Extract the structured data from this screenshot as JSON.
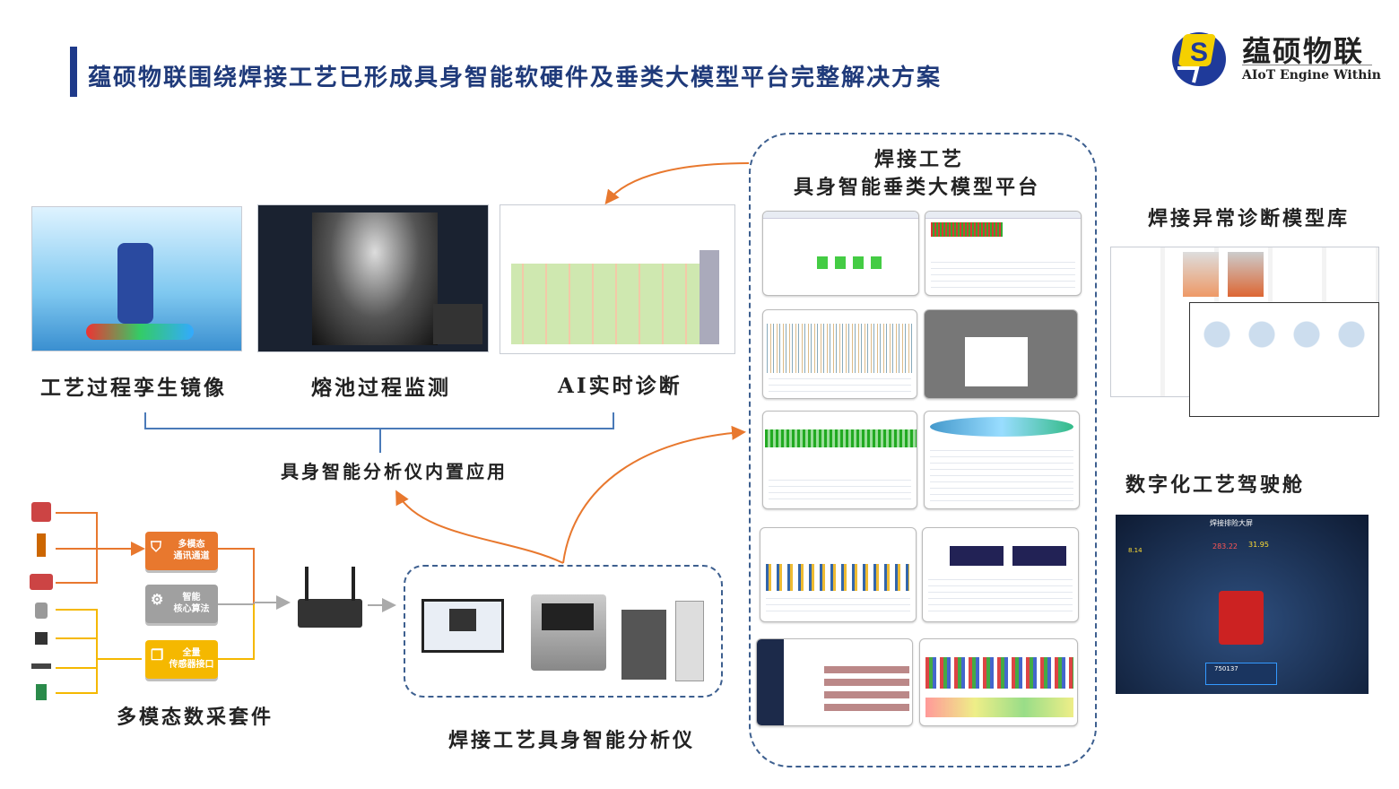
{
  "title": "蕴硕物联围绕焊接工艺已形成具身智能软硬件及垂类大模型平台完整解决方案",
  "logo": {
    "name": "蕴硕物联",
    "tagline": "AIoT Engine Within",
    "colors": {
      "blue": "#1f3a9a",
      "yellow": "#f5d000"
    }
  },
  "apps": [
    {
      "label": "工艺过程孪生镜像"
    },
    {
      "label": "熔池过程监测"
    },
    {
      "label": "AI实时诊断"
    }
  ],
  "apps_group_label": "具身智能分析仪内置应用",
  "platform": {
    "title_line1": "焊接工艺",
    "title_line2": "具身智能垂类大模型平台"
  },
  "model_library_label": "焊接异常诊断模型库",
  "cockpit": {
    "label": "数字化工艺驾驶舱",
    "header": "焊接排险大屏",
    "value1": "283.22",
    "value2": "31.95",
    "value3": "8.14",
    "id": "750137"
  },
  "acquisition": {
    "boxes": [
      {
        "line1": "多模态",
        "line2": "通讯通道"
      },
      {
        "line1": "智能",
        "line2": "核心算法"
      },
      {
        "line1": "全量",
        "line2": "传感器接口"
      }
    ],
    "label": "多模态数采套件"
  },
  "analyzer_label": "焊接工艺具身智能分析仪",
  "colors": {
    "orange": "#e8782e",
    "gray": "#a0a0a0",
    "yellow": "#f5b800",
    "dashed": "#3d5f8f",
    "title": "#1f3a7a"
  }
}
